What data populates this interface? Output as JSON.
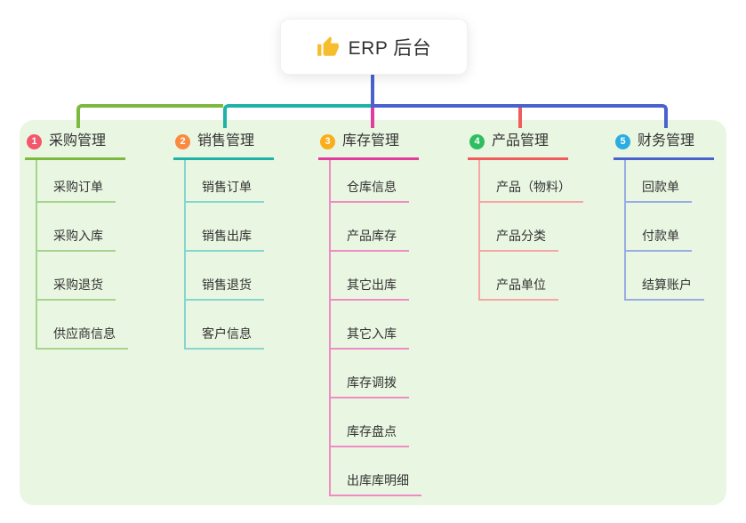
{
  "canvas": {
    "background": "#ffffff",
    "panel_background": "#E9F6E2"
  },
  "root": {
    "label": "ERP 后台",
    "icon": "thumbs-up-icon",
    "icon_color": "#F6BE2C",
    "stem_color": "#4A62CE"
  },
  "branches": [
    {
      "number": "1",
      "label": "采购管理",
      "badge_color": "#F4566C",
      "line_color": "#7CB93E",
      "sub_line_color": "#A6D48E",
      "items": [
        "采购订单",
        "采购入库",
        "采购退货",
        "供应商信息"
      ]
    },
    {
      "number": "2",
      "label": "销售管理",
      "badge_color": "#FA8A3E",
      "line_color": "#1FB3A7",
      "sub_line_color": "#86D6CE",
      "items": [
        "销售订单",
        "销售出库",
        "销售退货",
        "客户信息"
      ]
    },
    {
      "number": "3",
      "label": "库存管理",
      "badge_color": "#FBAD1A",
      "line_color": "#E23C9E",
      "sub_line_color": "#F08CC5",
      "items": [
        "仓库信息",
        "产品库存",
        "其它出库",
        "其它入库",
        "库存调拨",
        "库存盘点",
        "出库库明细"
      ]
    },
    {
      "number": "4",
      "label": "产品管理",
      "badge_color": "#2EBE60",
      "line_color": "#F25B5B",
      "sub_line_color": "#F8A5A5",
      "items": [
        "产品（物料）",
        "产品分类",
        "产品单位"
      ]
    },
    {
      "number": "5",
      "label": "财务管理",
      "badge_color": "#2BACE2",
      "line_color": "#4A62CE",
      "sub_line_color": "#9BABE4",
      "items": [
        "回款单",
        "付款单",
        "结算账户"
      ]
    }
  ]
}
